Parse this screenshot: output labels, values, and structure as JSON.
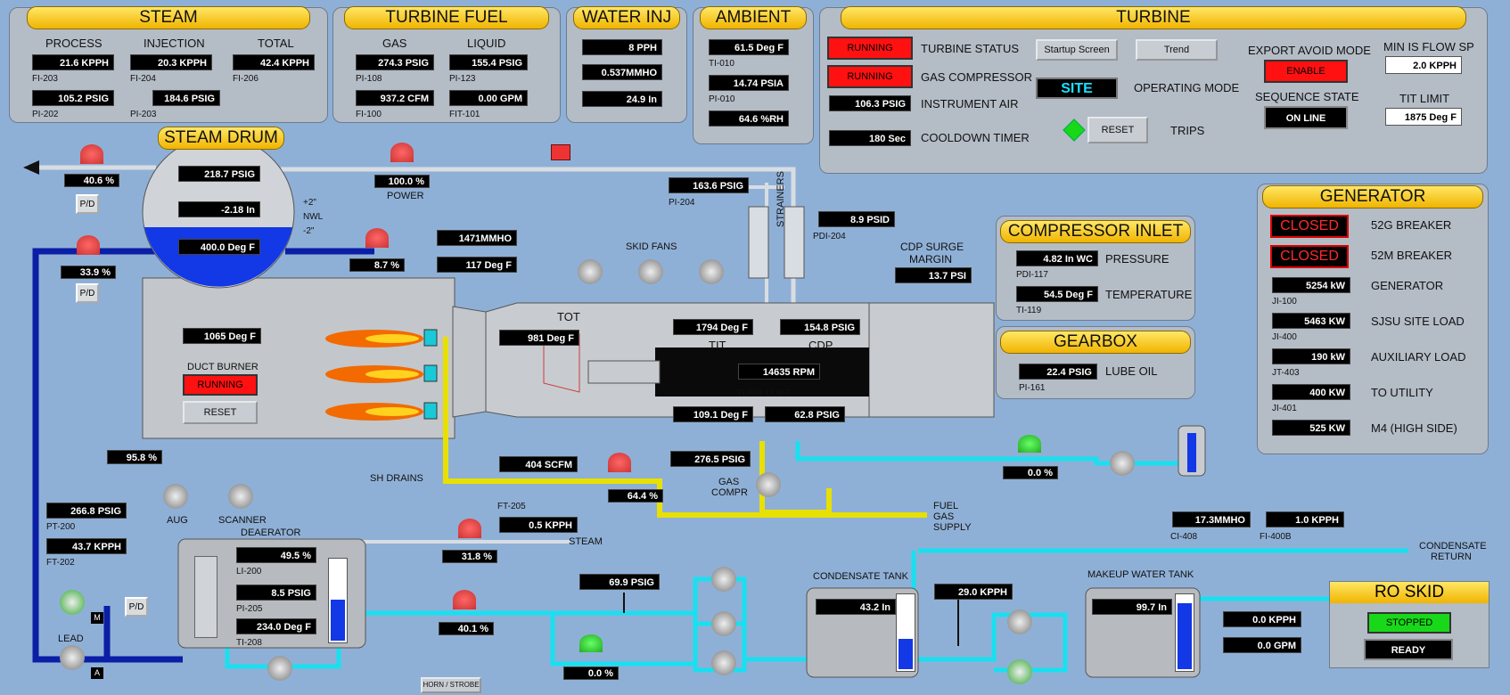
{
  "steam": {
    "title": "STEAM",
    "h_process": "PROCESS",
    "h_injection": "INJECTION",
    "h_total": "TOTAL",
    "fi203": "21.6 KPPH",
    "fi203_tag": "FI-203",
    "fi204": "20.3 KPPH",
    "fi204_tag": "FI-204",
    "fi206": "42.4 KPPH",
    "fi206_tag": "FI-206",
    "pi202": "105.2 PSIG",
    "pi202_tag": "PI-202",
    "pi203": "184.6 PSIG",
    "pi203_tag": "PI-203"
  },
  "fuel": {
    "title": "TURBINE FUEL",
    "h_gas": "GAS",
    "h_liquid": "LIQUID",
    "pi108": "274.3 PSIG",
    "pi108_tag": "PI-108",
    "pi123": "155.4 PSIG",
    "pi123_tag": "PI-123",
    "fi100": "937.2 CFM",
    "fi100_tag": "FI-100",
    "fit101": "0.00 GPM",
    "fit101_tag": "FIT-101"
  },
  "water": {
    "title": "WATER INJ",
    "v1": "8 PPH",
    "v2": "0.537MMHO",
    "v3": "24.9 In"
  },
  "ambient": {
    "title": "AMBIENT",
    "ti010": "61.5 Deg F",
    "ti010_tag": "TI-010",
    "pi010": "14.74 PSIA",
    "pi010_tag": "PI-010",
    "rh": "64.6 %RH"
  },
  "turbine": {
    "title": "TURBINE",
    "status": "RUNNING",
    "status_lbl": "TURBINE STATUS",
    "gc": "RUNNING",
    "gc_lbl": "GAS COMPRESSOR",
    "air": "106.3 PSIG",
    "air_lbl": "INSTRUMENT AIR",
    "cool": "180 Sec",
    "cool_lbl": "COOLDOWN TIMER",
    "startup": "Startup Screen",
    "trend": "Trend",
    "site": "SITE",
    "mode_lbl": "OPERATING MODE",
    "reset": "RESET",
    "trips": "TRIPS",
    "export_lbl": "EXPORT AVOID MODE",
    "enable": "ENABLE",
    "seq_lbl": "SEQUENCE STATE",
    "seq": "ON LINE",
    "minflow_lbl": "MIN IS FLOW SP",
    "minflow": "2.0 KPPH",
    "tit_lbl": "TIT LIMIT",
    "tit": "1875 Deg F"
  },
  "drum": {
    "title": "STEAM DRUM",
    "psig": "218.7 PSIG",
    "lvl": "-2.18 In",
    "temp": "400.0 Deg F",
    "p2": "+2\"",
    "nwl": "NWL",
    "m2": "-2\""
  },
  "proc": {
    "v406": "40.6 %",
    "pid": "P/D",
    "v339": "33.9 %",
    "v100": "100.0 %",
    "power": "POWER",
    "v87": "8.7 %",
    "mmho": "1471MMHO",
    "t117": "117 Deg F",
    "pi204v": "163.6 PSIG",
    "pi204": "PI-204",
    "pdi204v": "8.9 PSID",
    "pdi204": "PDI-204",
    "strainers": "STRAINERS",
    "skidfans": "SKID FANS",
    "cdp_surge": "CDP SURGE",
    "margin": "MARGIN",
    "surge": "13.7 PSI",
    "tot": "TOT",
    "tot_v": "981 Deg F",
    "t1065": "1065 Deg F",
    "duct": "DUCT BURNER",
    "duct_run": "RUNNING",
    "duct_reset": "RESET",
    "tit_v": "1794 Deg F",
    "tit": "TIT",
    "cdp_v": "154.8 PSIG",
    "cdp": "CDP",
    "rpm": "14635 RPM",
    "lube": "TURB LUBE",
    "lube_t": "109.1 Deg F",
    "lube_p": "62.8 PSIG",
    "v958": "95.8 %",
    "aug": "AUG",
    "scanner": "SCANNER",
    "shdrains": "SH DRAINS",
    "scfm": "404 SCFM",
    "v644": "64.4 %",
    "gc_p": "276.5 PSIG",
    "gas": "GAS",
    "compr": "COMPR",
    "fuel1": "FUEL",
    "fuel2": "GAS",
    "fuel3": "SUPPLY",
    "v00a": "0.0 %",
    "pt200v": "266.8 PSIG",
    "pt200": "PT-200",
    "ft202v": "43.7 KPPH",
    "ft202": "FT-202",
    "ft205": "FT-205",
    "ft205v": "0.5 KPPH",
    "v318": "31.8 %",
    "steam": "STEAM",
    "dea": "DEAERATOR",
    "li200v": "49.5 %",
    "li200": "LI-200",
    "pi205v": "8.5 PSIG",
    "pi205": "PI-205",
    "ti208v": "234.0 Deg F",
    "ti208": "TI-208",
    "v699": "69.9 PSIG",
    "v401": "40.1 %",
    "v00b": "0.0 %",
    "lead": "LEAD",
    "m": "M",
    "a": "A",
    "horn": "HORN / STROBE",
    "ctank": "CONDENSATE TANK",
    "ctank_v": "43.2 In",
    "kpph29": "29.0 KPPH",
    "mtank": "MAKEUP WATER TANK",
    "mtank_v": "99.7 In",
    "ci408v": "17.3MMHO",
    "ci408": "CI-408",
    "fi400v": "1.0 KPPH",
    "fi400": "FI-400B",
    "cret1": "CONDENSATE",
    "cret2": "RETURN",
    "k0": "0.0 KPPH",
    "g0": "0.0 GPM"
  },
  "compin": {
    "title": "COMPRESSOR INLET",
    "p": "4.82 In WC",
    "p_tag": "PDI-117",
    "p_lbl": "PRESSURE",
    "t": "54.5 Deg F",
    "t_tag": "TI-119",
    "t_lbl": "TEMPERATURE"
  },
  "gearbox": {
    "title": "GEARBOX",
    "v": "22.4 PSIG",
    "tag": "PI-161",
    "lbl": "LUBE OIL"
  },
  "gen": {
    "title": "GENERATOR",
    "b52g": "CLOSED",
    "b52g_l": "52G BREAKER",
    "b52m": "CLOSED",
    "b52m_l": "52M BREAKER",
    "g": "5254 kW",
    "g_t": "JI-100",
    "g_l": "GENERATOR",
    "s": "5463 KW",
    "s_t": "JI-400",
    "s_l": "SJSU SITE LOAD",
    "a": "190 kW",
    "a_t": "JT-403",
    "a_l": "AUXILIARY LOAD",
    "u": "400 KW",
    "u_t": "JI-401",
    "u_l": "TO UTILITY",
    "m4": "525 KW",
    "m4_l": "M4 (HIGH SIDE)"
  },
  "ro": {
    "title": "RO SKID",
    "stopped": "STOPPED",
    "ready": "READY"
  }
}
